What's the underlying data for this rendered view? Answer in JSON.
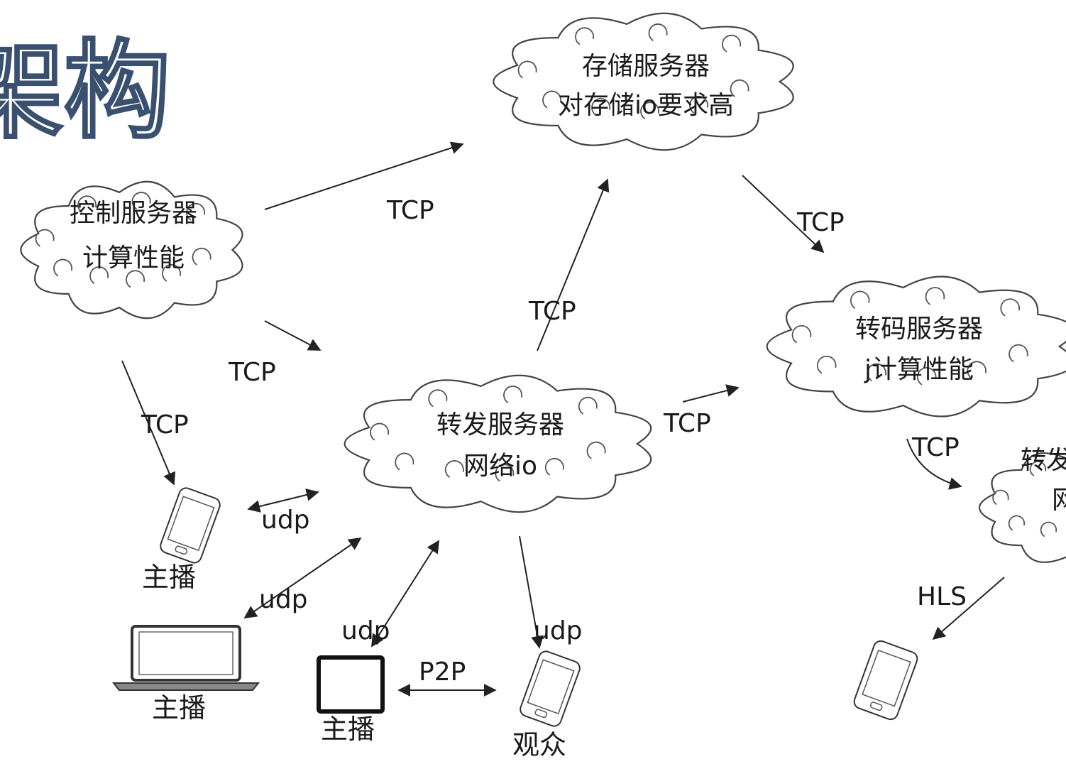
{
  "title": "架构",
  "clouds": [
    {
      "id": "storage",
      "line1": "存储服务器",
      "line2": "对存储io要求高"
    },
    {
      "id": "control",
      "line1": "控制服务器",
      "line2": "计算性能"
    },
    {
      "id": "transcode",
      "line1": "转码服务器",
      "line2": "j计算性能"
    },
    {
      "id": "forward",
      "line1": "转发服务器",
      "line2": "网络io"
    },
    {
      "id": "forward2",
      "line1": "转发",
      "line2": "网"
    }
  ],
  "edge_labels": {
    "control_to_storage": "TCP",
    "storage_to_transcode": "TCP",
    "forward_to_storage": "TCP",
    "control_to_forward": "TCP",
    "control_to_phone": "TCP",
    "forward_to_transcode": "TCP",
    "transcode_to_forward2": "TCP",
    "phone_udp": "udp",
    "laptop_udp": "udp",
    "tablet_udp": "udp",
    "viewer_udp": "udp",
    "p2p": "P2P",
    "hls": "HLS"
  },
  "devices": {
    "phone_caption": "主播",
    "laptop_caption": "主播",
    "tablet_caption": "主播",
    "viewer_caption": "观众"
  }
}
